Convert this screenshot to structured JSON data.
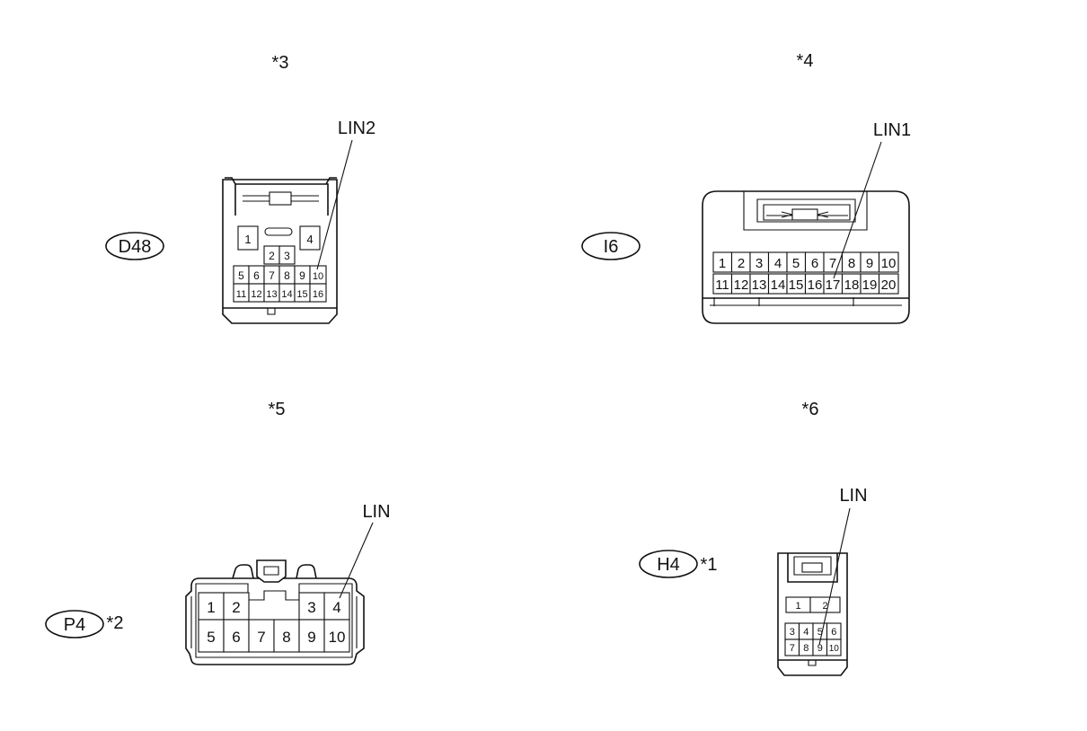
{
  "colors": {
    "line": "#111111",
    "background": "#ffffff"
  },
  "connectors": [
    {
      "view_label": "*3",
      "id": "D48",
      "signal": "LIN2",
      "signal_pin": "10",
      "top_single": [
        "1",
        "4"
      ],
      "mid_row": [
        "2",
        "3"
      ],
      "row1": [
        "5",
        "6",
        "7",
        "8",
        "9",
        "10"
      ],
      "row2": [
        "11",
        "12",
        "13",
        "14",
        "15",
        "16"
      ]
    },
    {
      "view_label": "*4",
      "id": "I6",
      "signal": "LIN1",
      "signal_pin": "17",
      "row1": [
        "1",
        "2",
        "3",
        "4",
        "5",
        "6",
        "7",
        "8",
        "9",
        "10"
      ],
      "row2": [
        "11",
        "12",
        "13",
        "14",
        "15",
        "16",
        "17",
        "18",
        "19",
        "20"
      ]
    },
    {
      "view_label": "*5",
      "id": "P4",
      "id_note": "*2",
      "signal": "LIN",
      "signal_pin": "4",
      "row1": [
        "1",
        "2",
        "3",
        "4"
      ],
      "row2": [
        "5",
        "6",
        "7",
        "8",
        "9",
        "10"
      ]
    },
    {
      "view_label": "*6",
      "id": "H4",
      "id_note": "*1",
      "signal": "LIN",
      "signal_pin": "9",
      "top_row": [
        "1",
        "2"
      ],
      "row1": [
        "3",
        "4",
        "5",
        "6"
      ],
      "row2": [
        "7",
        "8",
        "9",
        "10"
      ]
    }
  ]
}
